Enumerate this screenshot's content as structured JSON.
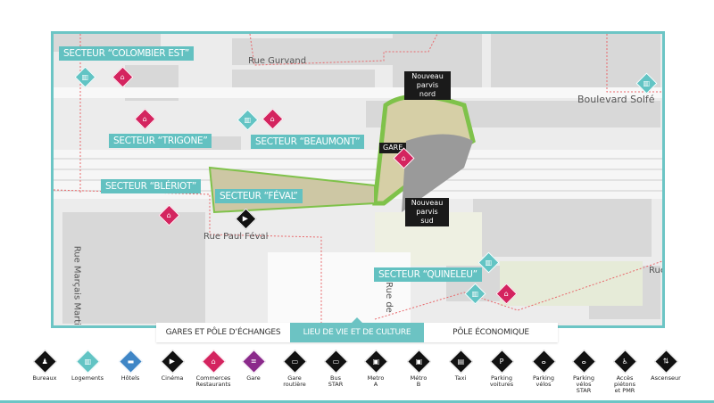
{
  "colors": {
    "accent": "#6cc5c5",
    "logements": "#62c4c4",
    "commerces": "#d4245f",
    "hotels": "#3f86c6",
    "gare": "#8b2a8b",
    "dark": "#111111"
  },
  "map": {
    "sectors": [
      "SECTEUR “COLOMBIER EST”",
      "SECTEUR “TRIGONE”",
      "SECTEUR “BEAUMONT”",
      "SECTEUR “BLÉRIOT”",
      "SECTEUR “FÉVAL”",
      "SECTEUR “QUINELEU”"
    ],
    "callouts": {
      "parvis_nord": "Nouveau parvis nord",
      "parvis_sud": "Nouveau parvis sud",
      "gare": "GARE"
    },
    "streets": {
      "gurvand": "Rue Gurvand",
      "solferino": "Boulevard Solfé",
      "paul_feval": "Rue Paul Féval",
      "marcais": "Rue Marçais Martin",
      "rue_de": "Rue de",
      "rue": "Rue"
    }
  },
  "tabs": [
    {
      "label": "GARES ET PÔLE D’ÉCHANGES",
      "active": false
    },
    {
      "label": "LIEU DE VIE ET DE CULTURE",
      "active": true
    },
    {
      "label": "PÔLE ÉCONOMIQUE",
      "active": false
    }
  ],
  "legend": [
    {
      "label": "Bureaux",
      "icon": "office-worker-icon",
      "color": "#111111"
    },
    {
      "label": "Logements",
      "icon": "building-icon",
      "color": "#62c4c4"
    },
    {
      "label": "Hôtels",
      "icon": "bed-icon",
      "color": "#3f86c6"
    },
    {
      "label": "Cinéma",
      "icon": "cinema-icon",
      "color": "#111111"
    },
    {
      "label": "Commerces\nRestaurants",
      "icon": "shop-icon",
      "color": "#d4245f"
    },
    {
      "label": "Gare",
      "icon": "train-icon",
      "color": "#8b2a8b"
    },
    {
      "label": "Gare\nroutière",
      "icon": "bus-icon",
      "color": "#111111"
    },
    {
      "label": "Bus\nSTAR",
      "icon": "bus-star-icon",
      "color": "#111111"
    },
    {
      "label": "Metro\nA",
      "icon": "metro-icon",
      "color": "#111111"
    },
    {
      "label": "Métro\nB",
      "icon": "metro-icon",
      "color": "#111111"
    },
    {
      "label": "Taxi",
      "icon": "taxi-icon",
      "color": "#111111"
    },
    {
      "label": "Parking\nvoitures",
      "icon": "parking-icon",
      "color": "#111111"
    },
    {
      "label": "Parking\nvélos",
      "icon": "bicycle-icon",
      "color": "#111111"
    },
    {
      "label": "Parking\nvélos\nSTAR",
      "icon": "bicycle-star-icon",
      "color": "#111111"
    },
    {
      "label": "Accès\npiétons\net PMR",
      "icon": "pedestrian-wheelchair-icon",
      "color": "#111111"
    },
    {
      "label": "Ascenseur",
      "icon": "elevator-icon",
      "color": "#111111"
    }
  ]
}
